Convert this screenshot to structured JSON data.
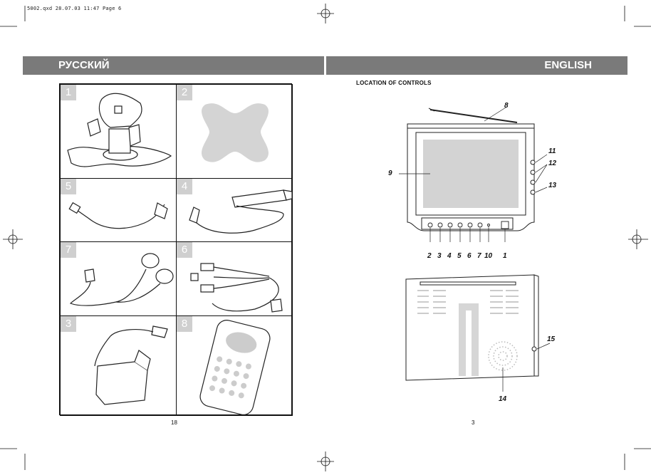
{
  "slug_line": "5002.qxd  28.07.03  11:47  Page 6",
  "left_page": {
    "header": "РУССКИЙ",
    "page_number": "18",
    "panels": [
      {
        "number": "1",
        "icon": "suction-mount-stand"
      },
      {
        "number": "2",
        "icon": "adhesive-pad"
      },
      {
        "number": "5",
        "icon": "av-cable"
      },
      {
        "number": "4",
        "icon": "car-adapter"
      },
      {
        "number": "7",
        "icon": "earphones"
      },
      {
        "number": "6",
        "icon": "rca-audio-video-cable"
      },
      {
        "number": "3",
        "icon": "ac-adapter"
      },
      {
        "number": "8",
        "icon": "remote-control"
      }
    ]
  },
  "right_page": {
    "header": "ENGLISH",
    "page_number": "3",
    "section_title": "LOCATION OF CONTROLS",
    "front_callouts": {
      "antenna": "8",
      "screen": "9",
      "right_top": "11",
      "right_mid": "12",
      "right_low": "13",
      "bottom": [
        "2",
        "3",
        "4",
        "5",
        "6",
        "7",
        "10",
        "1"
      ]
    },
    "back_callouts": {
      "speaker": "14",
      "side_jack": "15"
    }
  }
}
